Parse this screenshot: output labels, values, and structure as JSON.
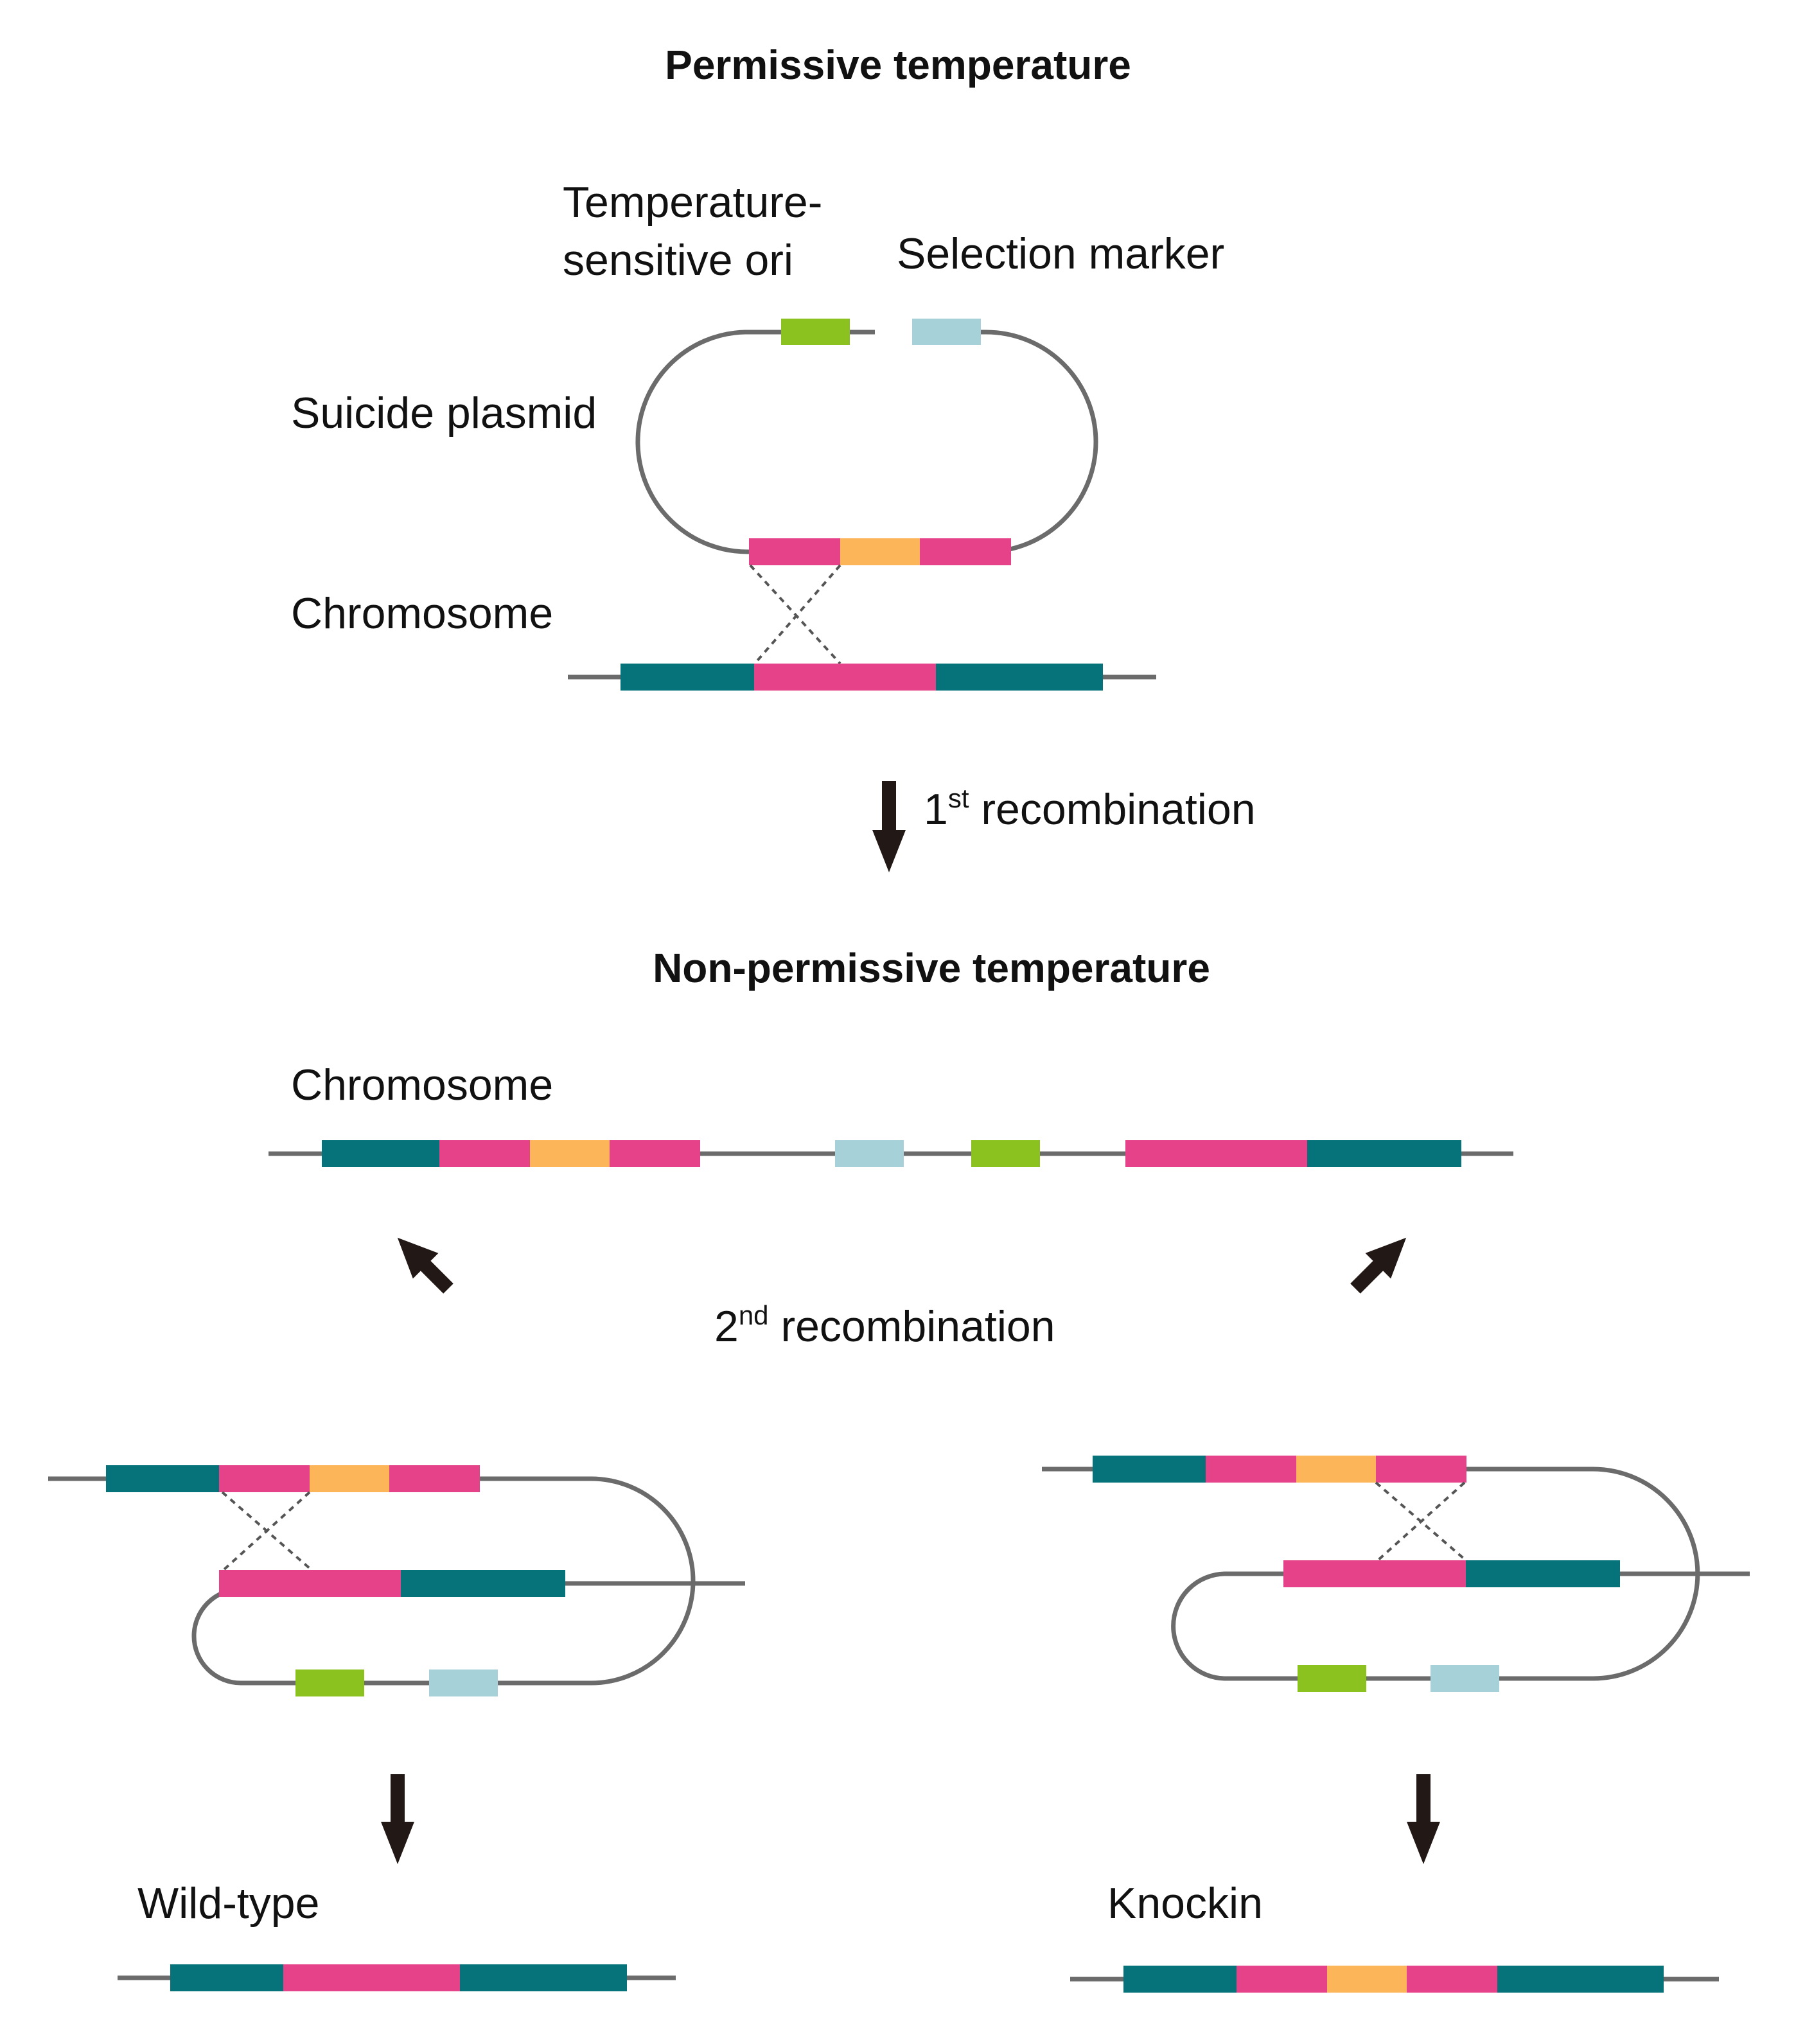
{
  "colors": {
    "flank": "#06737a",
    "homology": "#e6428a",
    "insert": "#fdb55a",
    "ori": "#8cc21f",
    "marker": "#a6d1d8",
    "backbone": "#6b6b6b",
    "arrow": "#221815"
  },
  "top": {
    "title": "Permissive temperature",
    "ori_label_line1": "Temperature-",
    "ori_label_line2": "sensitive ori",
    "marker_label": "Selection marker",
    "plasmid_label": "Suicide plasmid",
    "chromosome_label": "Chromosome"
  },
  "step1": {
    "num": "1",
    "sup": "st",
    "text": " recombination"
  },
  "middle": {
    "title": "Non-permissive temperature",
    "chromosome_label": "Chromosome"
  },
  "step2": {
    "num": "2",
    "sup": "nd",
    "text": " recombination"
  },
  "outcomes": {
    "left_label": "Wild-type",
    "right_label": "Knockin"
  }
}
